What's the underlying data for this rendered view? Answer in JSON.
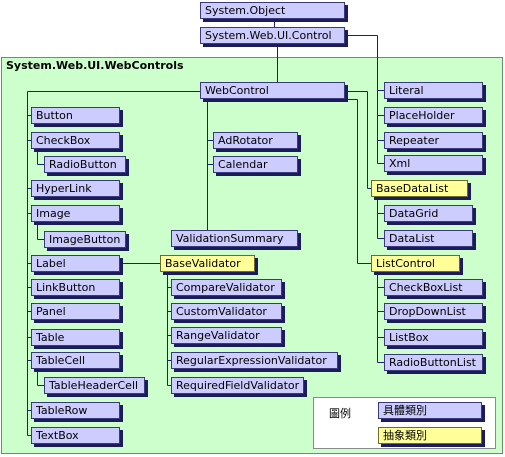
{
  "namespace": "System.Web.UI.WebControls",
  "outer": {
    "object": "System.Object",
    "control": "System.Web.UI.Control"
  },
  "webcontrol": "WebControl",
  "left_column": {
    "button": "Button",
    "checkbox": "CheckBox",
    "radiobutton": "RadioButton",
    "hyperlink": "HyperLink",
    "image": "Image",
    "imagebutton": "ImageButton",
    "label": "Label",
    "linkbutton": "LinkButton",
    "panel": "Panel",
    "table": "Table",
    "tablecell": "TableCell",
    "tableheadercell": "TableHeaderCell",
    "tablerow": "TableRow",
    "textbox": "TextBox"
  },
  "middle_column": {
    "adrotator": "AdRotator",
    "calendar": "Calendar",
    "validationsummary": "ValidationSummary",
    "basevalidator": "BaseValidator",
    "comparevalidator": "CompareValidator",
    "customvalidator": "CustomValidator",
    "rangevalidator": "RangeValidator",
    "regularexpressionvalidator": "RegularExpressionValidator",
    "requiredfieldvalidator": "RequiredFieldValidator"
  },
  "right_column": {
    "literal": "Literal",
    "placeholder": "PlaceHolder",
    "repeater": "Repeater",
    "xml": "Xml",
    "basedatalist": "BaseDataList",
    "datagrid": "DataGrid",
    "datalist": "DataList",
    "listcontrol": "ListControl",
    "checkboxlist": "CheckBoxList",
    "dropdownlist": "DropDownList",
    "listbox": "ListBox",
    "radiobuttonlist": "RadioButtonList"
  },
  "legend": {
    "title": "圖例",
    "concrete": "具體類別",
    "abstract": "抽象類別"
  },
  "colors": {
    "concrete_fill": "#ccccff",
    "abstract_fill": "#ffff99",
    "namespace_fill": "#ccffcc",
    "connector": "#1f1f6f",
    "shadow": "#1c1c5c"
  }
}
